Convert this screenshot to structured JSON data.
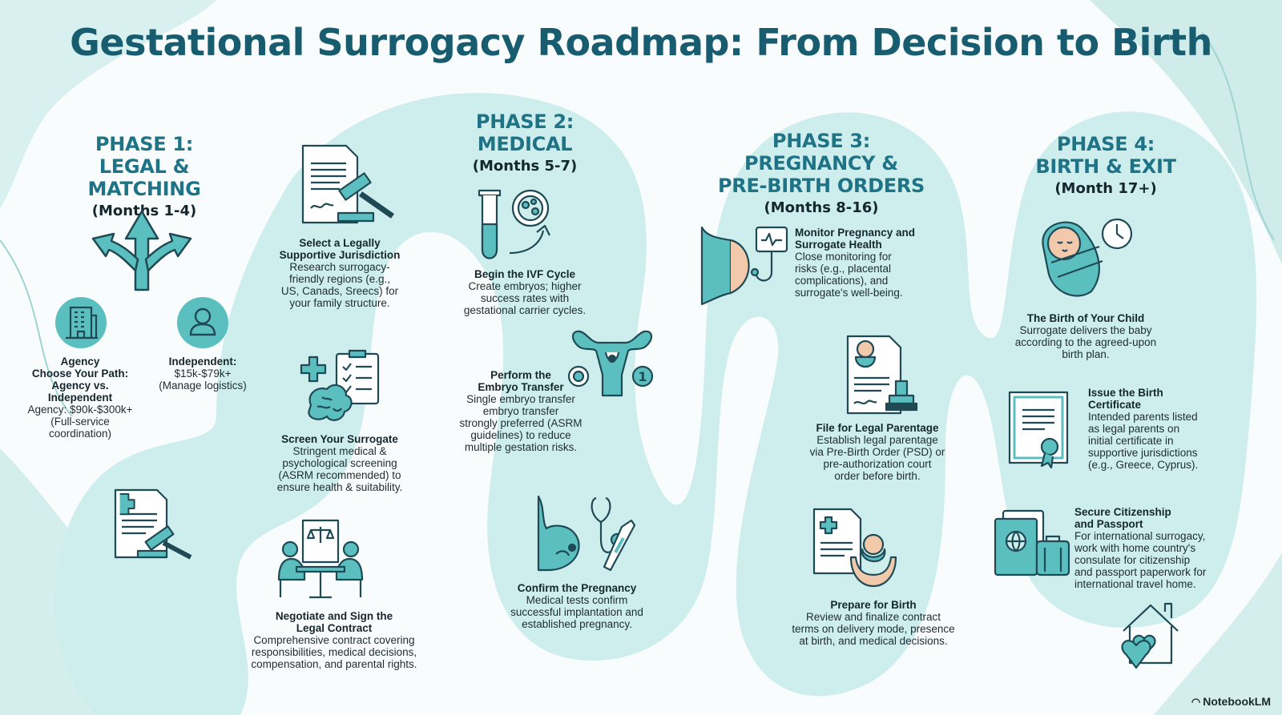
{
  "title": "Gestational Surrogacy Roadmap: From Decision to Birth",
  "phases": [
    {
      "line1": "PHASE 1:",
      "line2": "LEGAL & MATCHING",
      "months": "(Months 1-4)"
    },
    {
      "line1": "PHASE 2:",
      "line2": "MEDICAL",
      "months": "(Months 5-7)"
    },
    {
      "line1": "PHASE 3:",
      "line2": "PREGNANCY &",
      "line3": "PRE-BIRTH ORDERS",
      "months": "(Months 8-16)"
    },
    {
      "line1": "PHASE 4:",
      "line2": "BIRTH & EXIT",
      "months": "(Month 17+)"
    }
  ],
  "phase1": {
    "agency": {
      "h1": "Agency",
      "h2": "Choose Your Path:",
      "h3": "Agency vs.",
      "h4": "Independent",
      "d1": "Agency: $90k-$300k+",
      "d2": "(Full-service",
      "d3": "coordination)"
    },
    "independent": {
      "h": "Independent:",
      "d1": "$15k-$79k+",
      "d2": "(Manage logistics)"
    }
  },
  "steps": {
    "jurisdiction": {
      "h1": "Select a Legally",
      "h2": "Supportive Jurisdiction",
      "d1": "Research surrogacy-",
      "d2": "friendly regions (e.g.,",
      "d3": "US, Canads, Sreecs) for",
      "d4": "your family structure."
    },
    "screen": {
      "h": "Screen Your Surrogate",
      "d1": "Stringent medical &",
      "d2": "psychological screening",
      "d3": "(ASRM recommended) to",
      "d4": "ensure health & suitability."
    },
    "contract": {
      "h1": "Negotiate and Sign the",
      "h2": "Legal Contract",
      "d1": "Comprehensive contract covering",
      "d2": "responsibilities, medical decisions,",
      "d3": "compensation, and parental rights."
    },
    "ivf": {
      "h": "Begin the IVF Cycle",
      "d1": "Create embryos; higher",
      "d2": "success rates with",
      "d3": "gestational carrier cycles."
    },
    "transfer": {
      "h1": "Perform the",
      "h2": "Embryo Transfer",
      "d1": "Single embryo transfer",
      "d2": "embryo transfer",
      "d3": "strongly preferred (ASRM",
      "d4": "guidelines) to reduce",
      "d5": "multiple gestation risks."
    },
    "confirm": {
      "h": "Confirm the Pregnancy",
      "d1": "Medical tests confirm",
      "d2": "successful implantation and",
      "d3": "established pregnancy."
    },
    "monitor": {
      "h1": "Monitor Pregnancy and",
      "h2": "Surrogate Health",
      "d1": "Close monitoring for",
      "d2": "risks (e.g., placental",
      "d3": "complications), and",
      "d4": "surrogate's well-being."
    },
    "parentage": {
      "h": "File for Legal Parentage",
      "d1": "Establish legal parentage",
      "d2": "via Pre-Birth Order (PSD) or",
      "d3": "pre-authorization court",
      "d4": "order before birth."
    },
    "prepare": {
      "h": "Prepare for Birth",
      "d1": "Review and finalize contract",
      "d2": "terms on delivery mode, presence",
      "d3": "at birth, and medical decisions."
    },
    "birth": {
      "h": "The Birth of Your Child",
      "d1": "Surrogate delivers the baby",
      "d2": "according to the agreed-upon",
      "d3": "birth plan."
    },
    "certificate": {
      "h1": "Issue the Birth",
      "h2": "Certificate",
      "d1": "Intended parents listed",
      "d2": "as legal parents on",
      "d3": "initial certificate in",
      "d4": "supportive jurisdictions",
      "d5": "(e.g., Greece, Cyprus)."
    },
    "citizenship": {
      "h1": "Secure Citizenship",
      "h2": "and Passport",
      "d1": "For international surrogacy,",
      "d2": "work with home country's",
      "d3": "consulate for citizenship",
      "d4": "and passport paperwork for",
      "d5": "international travel home."
    }
  },
  "embryo_badge": "1",
  "credit": "NotebookLM",
  "colors": {
    "title": "#175d6f",
    "phase": "#1f7387",
    "path": "#cdeeed",
    "icon_fill": "#5bbfbf",
    "icon_stroke": "#1f4a55"
  }
}
